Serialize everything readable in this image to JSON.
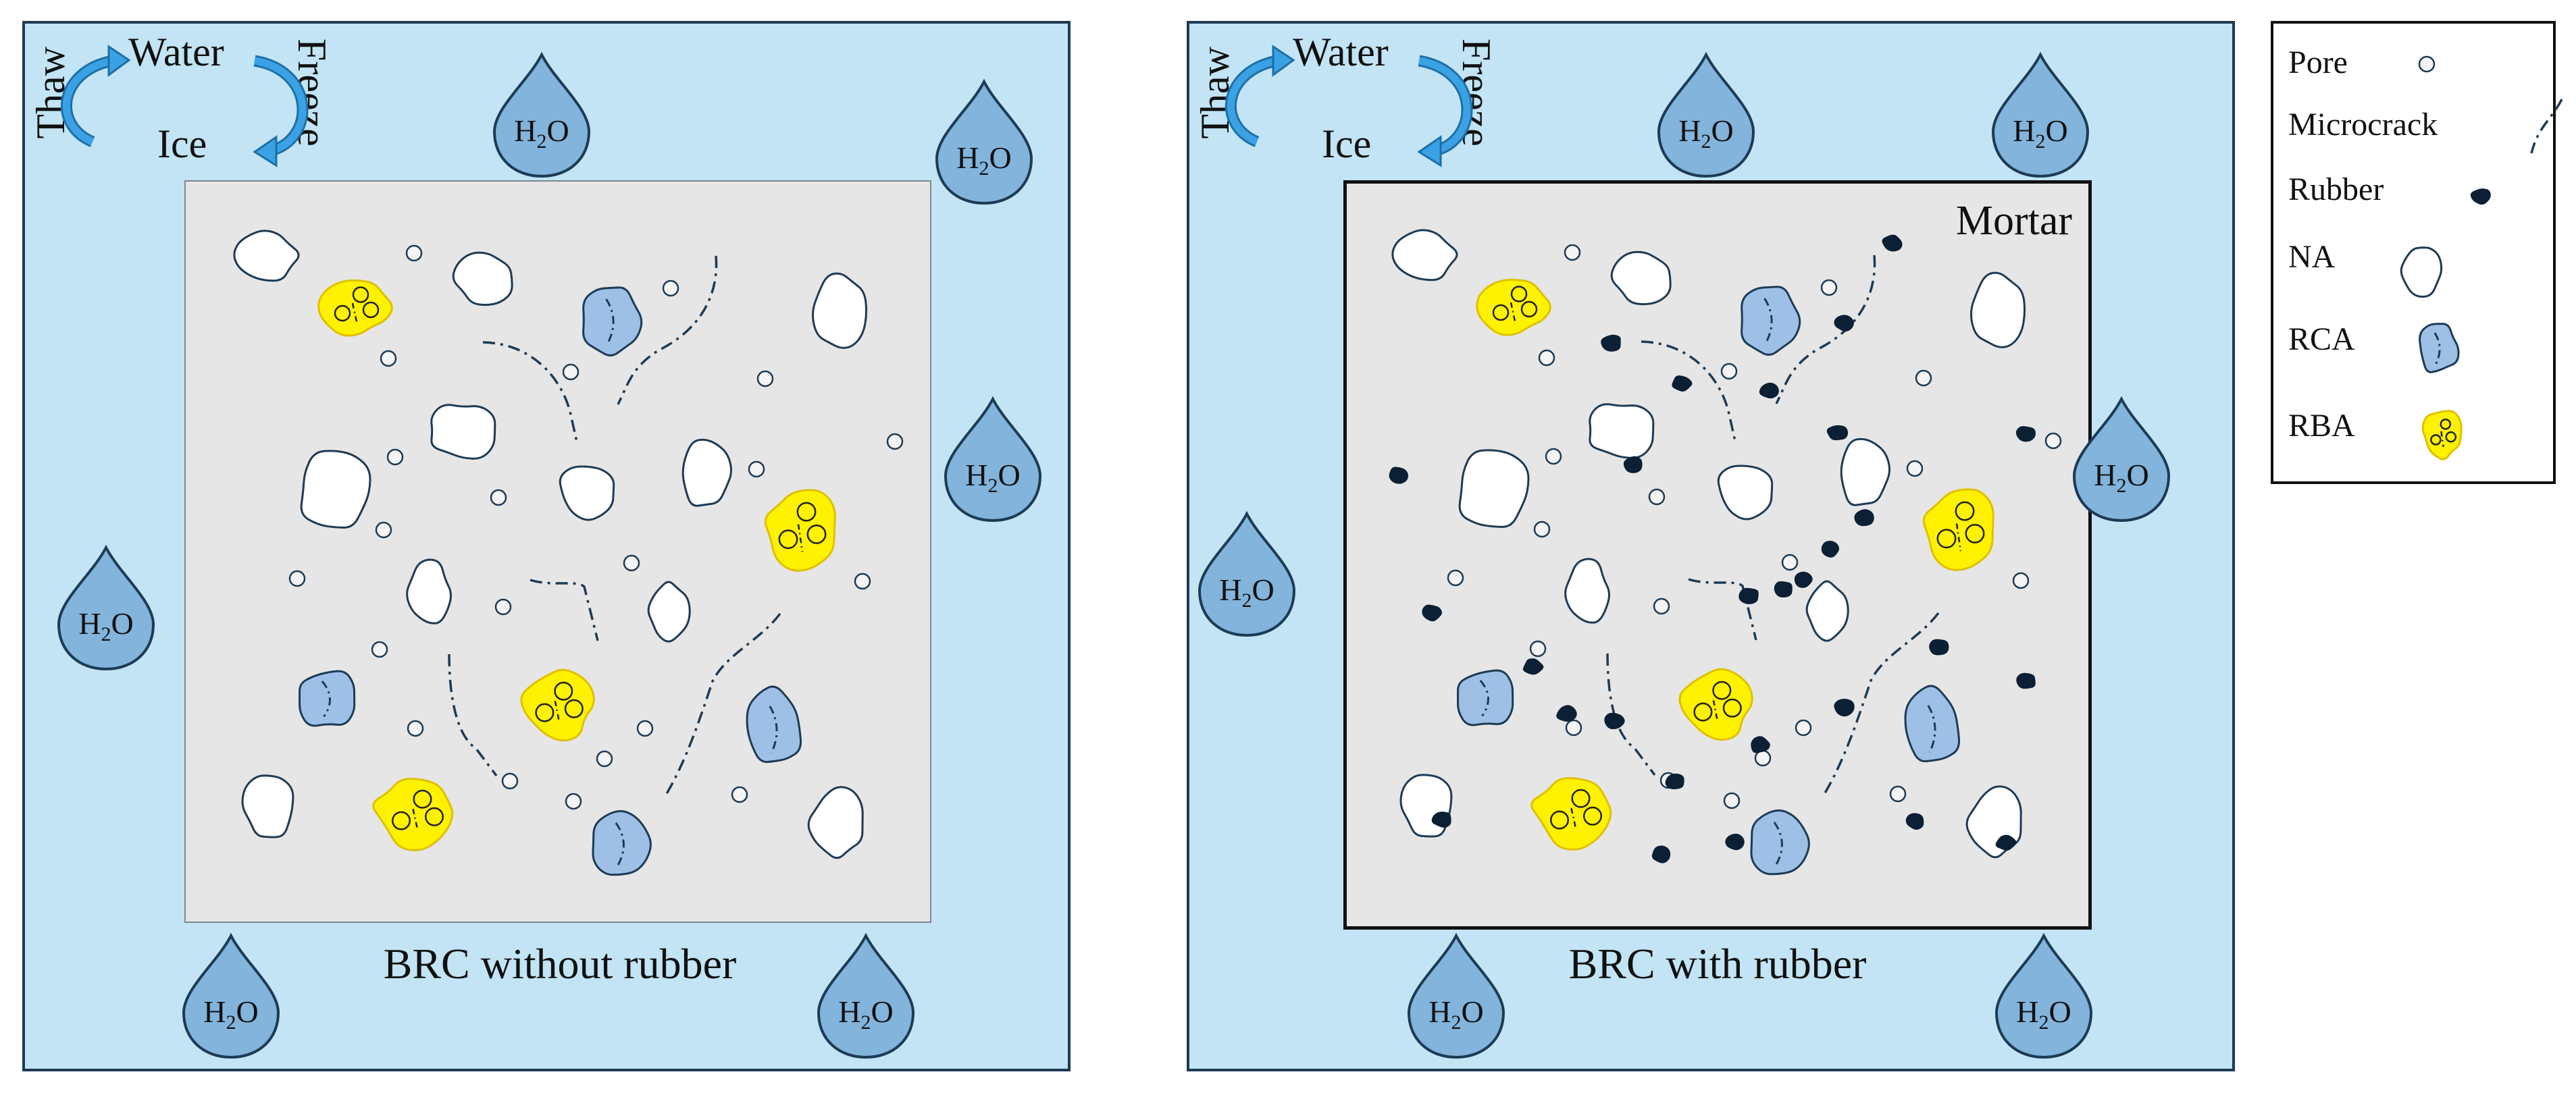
{
  "cycle": {
    "water": "Water",
    "ice": "Ice",
    "thaw": "Thaw",
    "freeze": "Freeze"
  },
  "drop_label": {
    "base": "H",
    "sub": "2",
    "tail": "O"
  },
  "left_panel": {
    "caption": "BRC without rubber"
  },
  "right_panel": {
    "caption": "BRC with rubber",
    "mortar_label": "Mortar"
  },
  "legend": [
    {
      "label": "Pore",
      "symbol": "pore"
    },
    {
      "label": "Microcrack",
      "symbol": "microcrack"
    },
    {
      "label": "Rubber",
      "symbol": "rubber"
    },
    {
      "label": "NA",
      "symbol": "na"
    },
    {
      "label": "RCA",
      "symbol": "rca"
    },
    {
      "label": "RBA",
      "symbol": "rba"
    }
  ],
  "colors": {
    "background": "#c2e4f4",
    "mortar": "#e6e6e6",
    "na": "#ffffff",
    "rca": "#9ec0e6",
    "rba": "#fff200",
    "rubber": "#0b2035",
    "drop": "#82b4dc",
    "outline": "#1d3b55",
    "arrow": "#1e8ad0"
  }
}
